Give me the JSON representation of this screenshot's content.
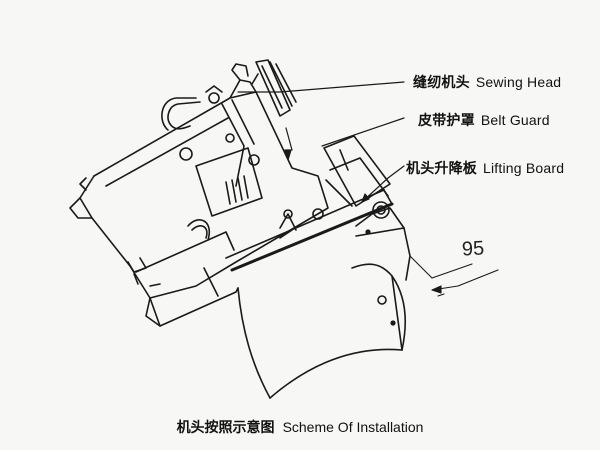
{
  "labels": {
    "sewing_head": {
      "zh": "缝纫机头",
      "en": "Sewing Head"
    },
    "belt_guard": {
      "zh": "皮带护罩",
      "en": "Belt Guard"
    },
    "lifting_board": {
      "zh": "机头升降板",
      "en": "Lifting Board"
    }
  },
  "dimension": "95",
  "caption": {
    "zh": "机头按照示意图",
    "en": "Scheme Of Installation"
  },
  "colors": {
    "ink": "#1a1a1a",
    "paper": "#f7f7f5"
  }
}
